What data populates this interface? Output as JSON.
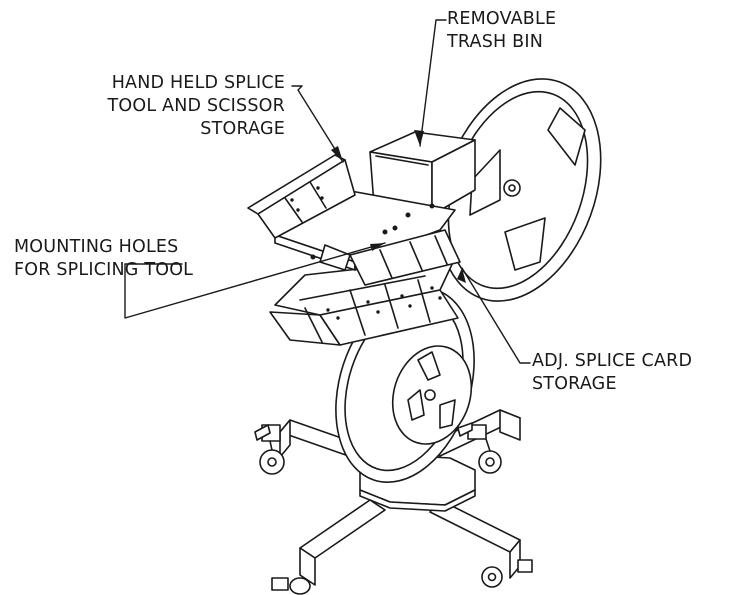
{
  "labels": {
    "trash_bin": [
      "REMOVABLE",
      "TRASH BIN"
    ],
    "splice_tool_storage": [
      "HAND HELD SPLICE",
      "TOOL AND SCISSOR",
      "STORAGE"
    ],
    "mounting_holes": [
      "MOUNTING HOLES",
      "FOR SPLICING TOOL"
    ],
    "splice_card_storage": [
      "ADJ. SPLICE CARD",
      "STORAGE"
    ]
  },
  "colors": {
    "line": "#1a1a1a",
    "fill": "#ffffff"
  }
}
